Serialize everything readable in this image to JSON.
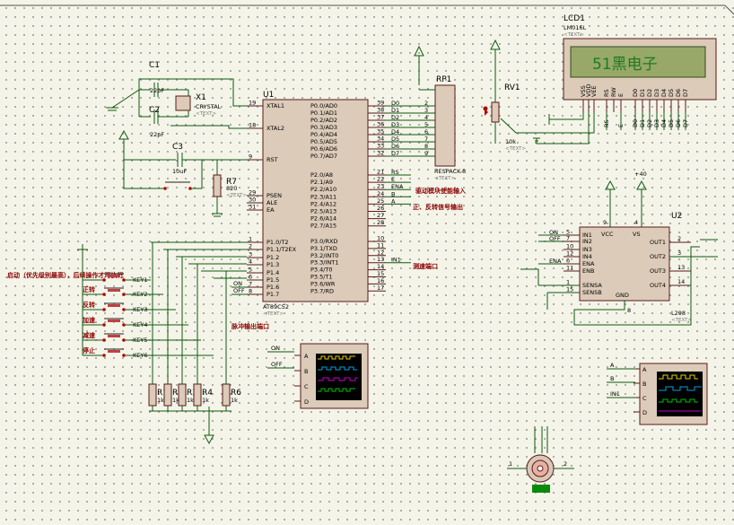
{
  "lcd": {
    "ref": "LCD1",
    "part": "LM016L",
    "display_text": "51黑电子",
    "text_tag": "<TEXT>",
    "pins": [
      "VSS",
      "VDD",
      "VEE",
      "RS",
      "RW",
      "E",
      "D0",
      "D1",
      "D2",
      "D3",
      "D4",
      "D5",
      "D6",
      "D7"
    ],
    "net_labels": [
      "RS",
      "E",
      "D0",
      "D1",
      "D2",
      "D3",
      "D4",
      "D5",
      "D6",
      "D7"
    ]
  },
  "rp1": {
    "ref": "RP1",
    "part": "RESPACK-8",
    "text_tag": "<TEXT>"
  },
  "rv1": {
    "ref": "RV1",
    "value": "10k",
    "text_tag": "<TEXT>"
  },
  "u1": {
    "ref": "U1",
    "part": "AT89C52",
    "text_tag": "<TEXT>",
    "left_pins": [
      {
        "num": "19",
        "name": "XTAL1"
      },
      {
        "num": "18",
        "name": "XTAL2"
      },
      {
        "num": "9",
        "name": "RST"
      },
      {
        "num": "29",
        "name": "PSEN"
      },
      {
        "num": "30",
        "name": "ALE"
      },
      {
        "num": "31",
        "name": "EA"
      },
      {
        "num": "1",
        "name": "P1.0/T2"
      },
      {
        "num": "2",
        "name": "P1.1/T2EX"
      },
      {
        "num": "3",
        "name": "P1.2"
      },
      {
        "num": "4",
        "name": "P1.3"
      },
      {
        "num": "5",
        "name": "P1.4"
      },
      {
        "num": "6",
        "name": "P1.5"
      },
      {
        "num": "7",
        "name": "P1.6"
      },
      {
        "num": "8",
        "name": "P1.7"
      }
    ],
    "right_pins": [
      {
        "num": "39",
        "name": "P0.0/AD0",
        "net": "D0"
      },
      {
        "num": "38",
        "name": "P0.1/AD1",
        "net": "D1"
      },
      {
        "num": "37",
        "name": "P0.2/AD2",
        "net": "D2"
      },
      {
        "num": "36",
        "name": "P0.3/AD3",
        "net": "D3"
      },
      {
        "num": "35",
        "name": "P0.4/AD4",
        "net": "D4"
      },
      {
        "num": "34",
        "name": "P0.5/AD5",
        "net": "D5"
      },
      {
        "num": "33",
        "name": "P0.6/AD6",
        "net": "D6"
      },
      {
        "num": "32",
        "name": "P0.7/AD7",
        "net": "D7"
      },
      {
        "num": "21",
        "name": "P2.0/A8",
        "net": "RS"
      },
      {
        "num": "22",
        "name": "P2.1/A9",
        "net": "E"
      },
      {
        "num": "23",
        "name": "P2.2/A10",
        "net": "ENA"
      },
      {
        "num": "24",
        "name": "P2.3/A11",
        "net": "B"
      },
      {
        "num": "25",
        "name": "P2.4/A12",
        "net": "A"
      },
      {
        "num": "26",
        "name": "P2.5/A13",
        "net": ""
      },
      {
        "num": "27",
        "name": "P2.6/A14",
        "net": ""
      },
      {
        "num": "28",
        "name": "P2.7/A15",
        "net": ""
      },
      {
        "num": "10",
        "name": "P3.0/RXD",
        "net": ""
      },
      {
        "num": "11",
        "name": "P3.1/TXD",
        "net": ""
      },
      {
        "num": "12",
        "name": "P3.2/INT0",
        "net": ""
      },
      {
        "num": "13",
        "name": "P3.3/INT1",
        "net": "IN1"
      },
      {
        "num": "14",
        "name": "P3.4/T0",
        "net": ""
      },
      {
        "num": "15",
        "name": "P3.5/T1",
        "net": ""
      },
      {
        "num": "16",
        "name": "P3.6/WR",
        "net": ""
      },
      {
        "num": "17",
        "name": "P3.7/RD",
        "net": ""
      }
    ]
  },
  "c1": {
    "ref": "C1",
    "value": "22pF"
  },
  "c2": {
    "ref": "C2",
    "value": "22pF"
  },
  "c3": {
    "ref": "C3",
    "value": "10uF"
  },
  "x1": {
    "ref": "X1",
    "part": "CRYSTAL",
    "text_tag": "<TEXT>"
  },
  "r7": {
    "ref": "R7",
    "value": "820",
    "text_tag": "<TEXT>"
  },
  "resistors": [
    {
      "ref": "R1",
      "value": "1k"
    },
    {
      "ref": "R2",
      "value": "1k"
    },
    {
      "ref": "R3",
      "value": "1k"
    },
    {
      "ref": "R4",
      "value": "1k"
    },
    {
      "ref": "R6",
      "value": "1k"
    }
  ],
  "keys": [
    "KEY1",
    "KEY2",
    "KEY3",
    "KEY4",
    "KEY5",
    "KEY6"
  ],
  "key_labels": [
    "启动（优先级别最高），后续操作才可执行",
    "正转",
    "反转",
    "加速",
    "减速",
    "停止"
  ],
  "p1_nets": [
    "ON",
    "OFF"
  ],
  "annotations": {
    "pwm_input": "驱动模块使能输入",
    "dir_output": "正、反转信号输出",
    "speed_output": "测速端口",
    "pulse_output": "脉冲输出端口"
  },
  "u2": {
    "ref": "U2",
    "part": "L298",
    "text_tag": "<TEXT>",
    "left_pins": [
      {
        "num": "5",
        "name": "IN1",
        "net": "ON"
      },
      {
        "num": "7",
        "name": "IN2",
        "net": "OFF"
      },
      {
        "num": "10",
        "name": "IN3",
        "net": ""
      },
      {
        "num": "12",
        "name": "IN4",
        "net": ""
      },
      {
        "num": "6",
        "name": "ENA",
        "net": "ENA"
      },
      {
        "num": "11",
        "name": "ENB",
        "net": ""
      },
      {
        "num": "1",
        "name": "SENSA",
        "net": ""
      },
      {
        "num": "15",
        "name": "SENSB",
        "net": ""
      }
    ],
    "top_pins": [
      {
        "num": "9",
        "name": "VCC"
      },
      {
        "num": "4",
        "name": "VS"
      }
    ],
    "right_pins": [
      {
        "num": "2",
        "name": "OUT1"
      },
      {
        "num": "3",
        "name": "OUT2"
      },
      {
        "num": "13",
        "name": "OUT3"
      },
      {
        "num": "14",
        "name": "OUT4"
      }
    ],
    "bottom_pin": {
      "num": "8",
      "name": "GND"
    },
    "vs_label": "+40"
  },
  "scope1": {
    "channels": [
      "A",
      "B",
      "C",
      "D"
    ],
    "nets": [
      "ON",
      "OFF"
    ]
  },
  "scope2": {
    "channels": [
      "A",
      "B",
      "C",
      "D"
    ],
    "nets": [
      "A",
      "B",
      "IN1"
    ]
  },
  "motor": {
    "pins": [
      "1",
      "2"
    ]
  }
}
